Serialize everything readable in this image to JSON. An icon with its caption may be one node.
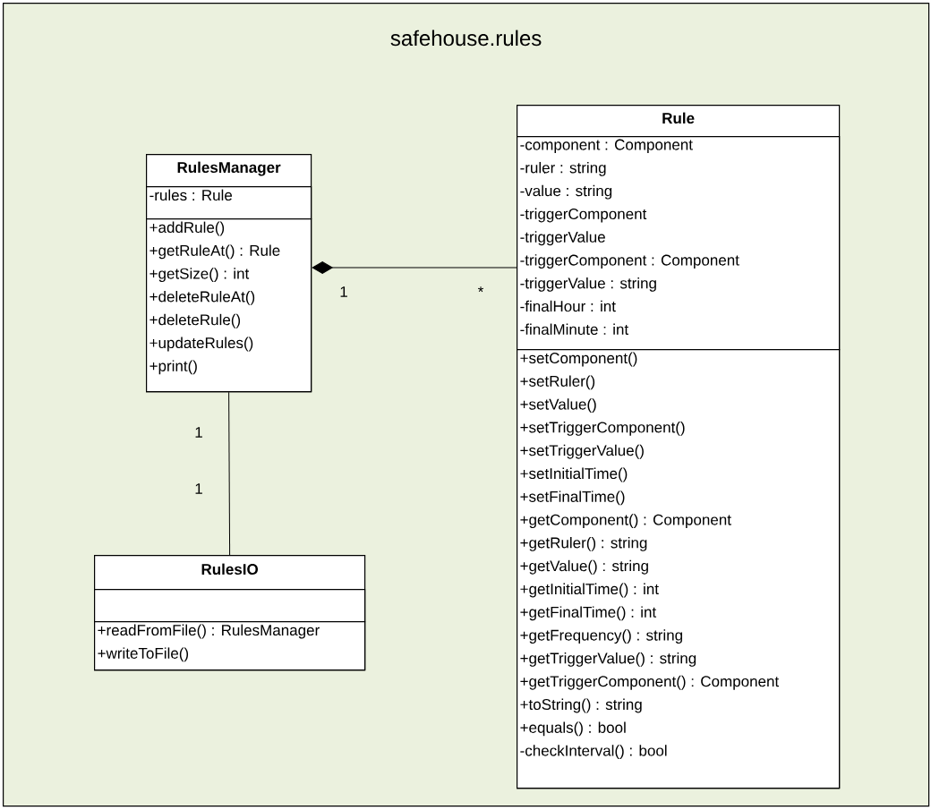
{
  "diagram": {
    "nodes": [
      {
        "text": [
          "safehouse.rules"
        ]
      },
      {
        "text": [
          "RulesManager"
        ],
        "in": 0
      },
      {
        "text": [
          "-rules : Rule"
        ],
        "in": 1
      },
      {
        "text": [
          "+addRule()",
          "+getRuleAt() : Rule",
          "+getSize() : int",
          "+deleteRuleAt()",
          "+deleteRule()",
          "+updateRules()",
          "+print()"
        ],
        "in": 1
      },
      {
        "text": [
          "Rule"
        ],
        "in": 0
      },
      {
        "text": [
          "-component : Component",
          "-ruler : string",
          "-value : string",
          "-triggerComponent",
          "-triggerValue",
          "-triggerComponent : Component",
          "-triggerValue : string",
          "-finalHour : int",
          "-finalMinute : int"
        ],
        "in": 4
      },
      {
        "text": [
          "+setComponent()",
          "+setRuler()",
          "+setValue()",
          "+setTriggerComponent()",
          "+setTriggerValue()",
          "+setInitialTime()",
          "+setFinalTime()",
          "+getComponent() : Component",
          "+getRuler() : string",
          "+getValue() : string",
          "+getInitialTime() : int",
          "+getFinalTime() : int",
          "+getFrequency() : string",
          "+getTriggerValue() : string",
          "+getTriggerComponent() : Component",
          "+toString() : string",
          "+equals() : bool",
          "-checkInterval() : bool"
        ],
        "in": 4
      },
      {
        "text": [
          "RulesIO"
        ],
        "in": 0
      },
      {
        "text": [],
        "shape": "box",
        "in": 7
      },
      {
        "text": [
          "+readFromFile() : RulesManager",
          "+writeToFile()"
        ],
        "in": 7
      }
    ],
    "edges": [
      {
        "from": 1,
        "to": 4,
        "arrow": "other"
      },
      {
        "from": 1,
        "to": 7,
        "arrow": "none"
      }
    ],
    "labels": [
      "1",
      "*",
      "1",
      "1"
    ]
  }
}
